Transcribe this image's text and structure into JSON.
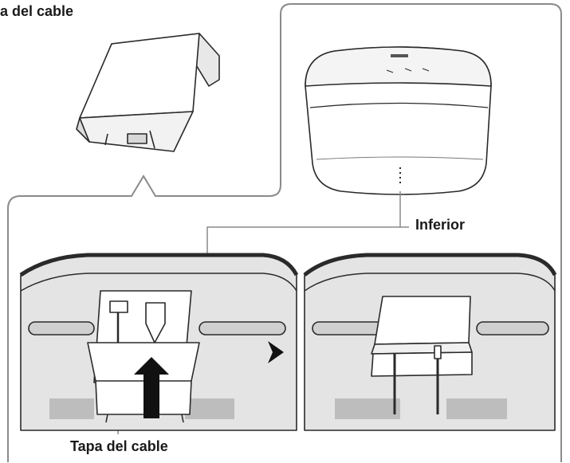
{
  "labels": {
    "top_title": "a del cable",
    "bottom": "Inferior",
    "cover": "Tapa del cable"
  },
  "colors": {
    "line": "#8a8a8a",
    "dark": "#2a2a2a",
    "surface": "#e4e4e4",
    "panel": "#d0d0d0"
  }
}
